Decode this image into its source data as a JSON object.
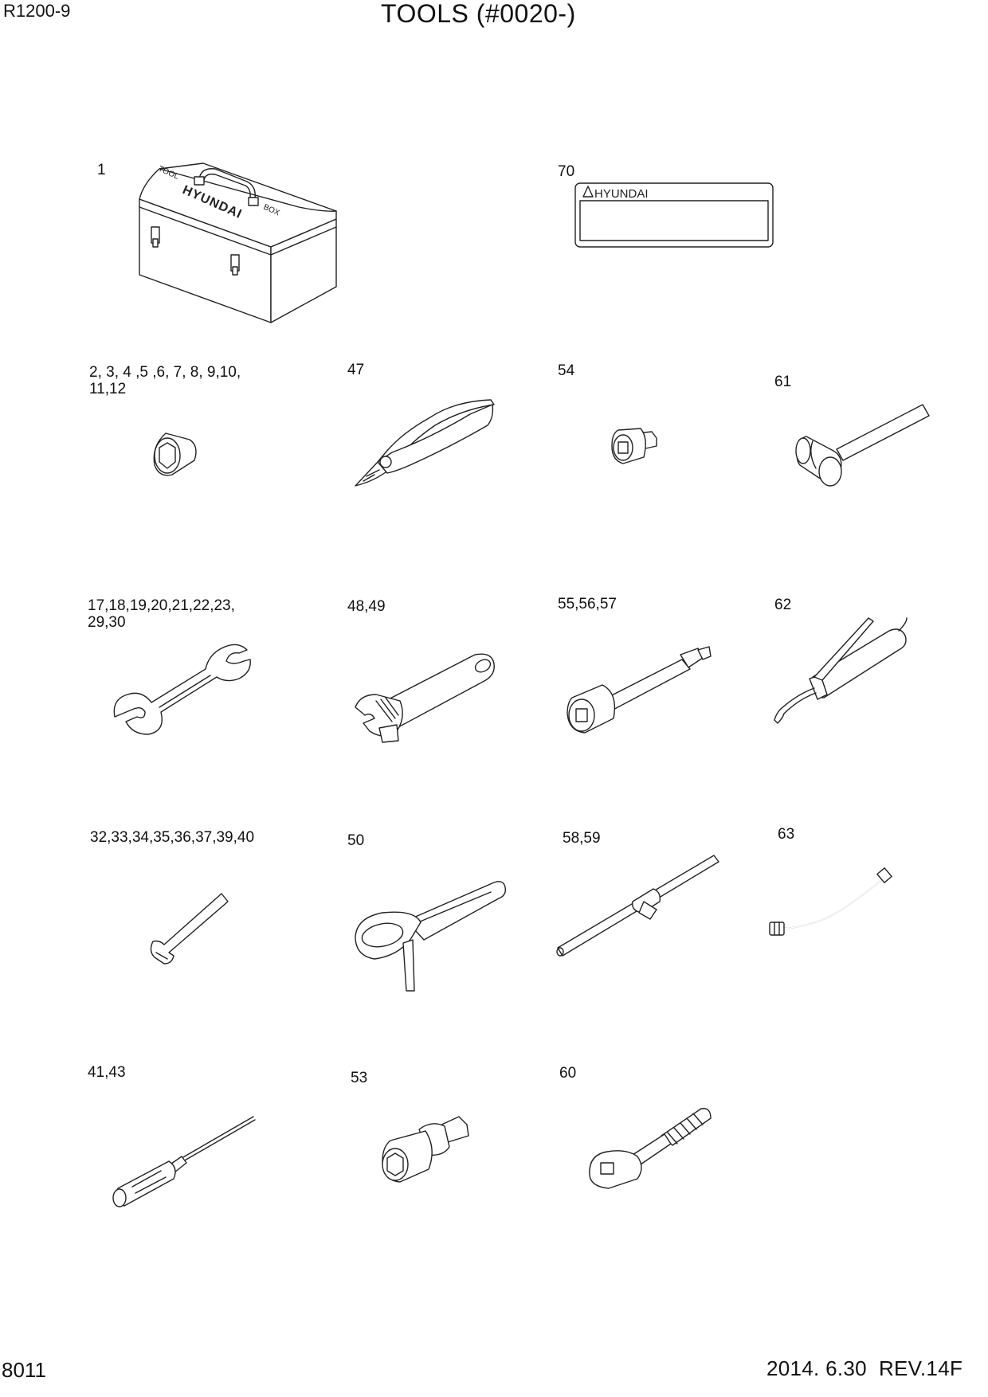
{
  "header": {
    "model": "R1200-9",
    "title": "TOOLS (#0020-)"
  },
  "footer": {
    "page_number": "8011",
    "revision": "2014. 6.30  REV.14F"
  },
  "toolbox": {
    "brand": "HYUNDAI",
    "word_tool": "TOOL",
    "word_box": "BOX"
  },
  "nameplate": {
    "brand": "HYUNDAI"
  },
  "parts": [
    {
      "label": "1"
    },
    {
      "label": "70"
    },
    {
      "label": "2, 3, 4 ,5 ,6, 7, 8, 9,10,\n11,12"
    },
    {
      "label": "47"
    },
    {
      "label": "54"
    },
    {
      "label": "61"
    },
    {
      "label": "17,18,19,20,21,22,23,\n29,30"
    },
    {
      "label": "48,49"
    },
    {
      "label": "55,56,57"
    },
    {
      "label": "62"
    },
    {
      "label": "32,33,34,35,36,37,39,40"
    },
    {
      "label": "50"
    },
    {
      "label": "58,59"
    },
    {
      "label": "63"
    },
    {
      "label": "41,43"
    },
    {
      "label": "53"
    },
    {
      "label": "60"
    }
  ]
}
